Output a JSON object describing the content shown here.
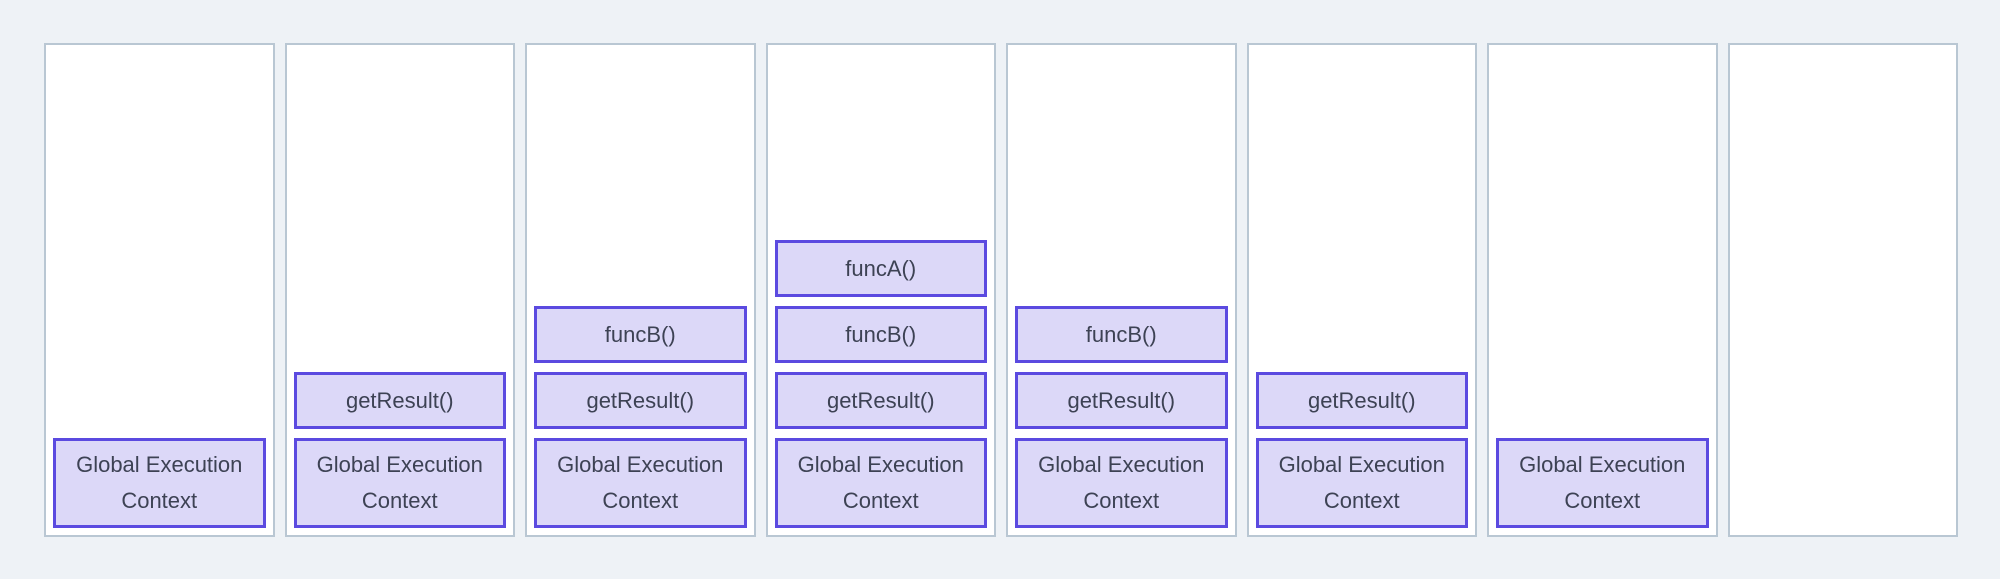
{
  "diagram": {
    "type": "call-stack-sequence",
    "columns": [
      {
        "frames": [
          "Global Execution Context"
        ]
      },
      {
        "frames": [
          "getResult()",
          "Global Execution Context"
        ]
      },
      {
        "frames": [
          "funcB()",
          "getResult()",
          "Global Execution Context"
        ]
      },
      {
        "frames": [
          "funcA()",
          "funcB()",
          "getResult()",
          "Global Execution Context"
        ]
      },
      {
        "frames": [
          "funcB()",
          "getResult()",
          "Global Execution Context"
        ]
      },
      {
        "frames": [
          "getResult()",
          "Global Execution Context"
        ]
      },
      {
        "frames": [
          "Global Execution Context"
        ]
      },
      {
        "frames": []
      }
    ],
    "colors": {
      "page_background": "#eef2f6",
      "column_border": "#b9c7d3",
      "column_background": "#ffffff",
      "frame_border": "#5b4ae0",
      "frame_background": "#dcd8f8",
      "frame_text": "#3d4254"
    }
  }
}
